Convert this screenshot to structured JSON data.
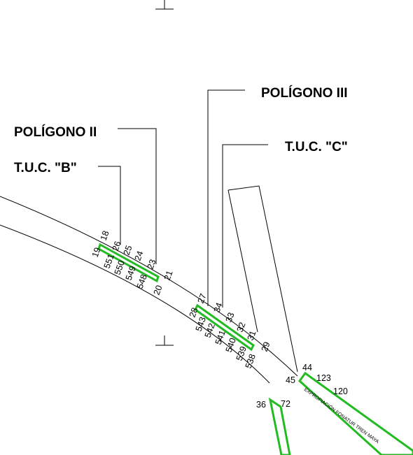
{
  "labels": {
    "poligono_ii": "POLÍGONO II",
    "poligono_iii": "POLÍGONO III",
    "tuc_b": "T.U.C. \"B\"",
    "tuc_c": "T.U.C. \"C\"",
    "expropiacion": "EXPROPIACIÓN FONATUR TREN MAYA"
  },
  "vertices": {
    "v19": "19",
    "v18": "18",
    "v26": "26",
    "v25": "25",
    "v24": "24",
    "v23": "23",
    "v21": "21",
    "v551": "551",
    "v550": "550",
    "v549": "549",
    "v548": "548",
    "v20": "20",
    "v28": "28",
    "v27": "27",
    "v34": "34",
    "v33": "33",
    "v32": "32",
    "v31": "31",
    "v29": "29",
    "v543": "543",
    "v542": "542",
    "v541": "541",
    "v540": "540",
    "v539": "539",
    "v538": "538",
    "v44": "44",
    "v45": "45",
    "v123": "123",
    "v120": "120",
    "v36": "36",
    "v72": "72"
  },
  "colors": {
    "polygon_stroke": "#22bb22",
    "line": "#000000"
  }
}
